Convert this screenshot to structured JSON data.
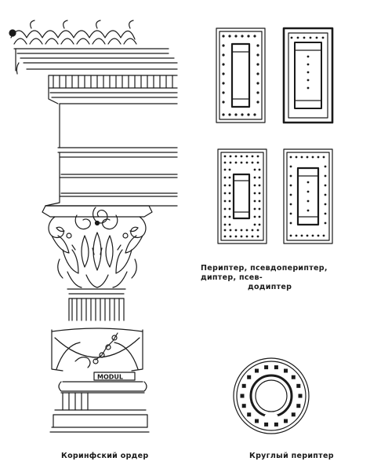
{
  "captions": {
    "corinthian_order": "Коринфский ордер",
    "round_peripteros": "Круглый периптер",
    "plans_line1": "Периптер, псевдопериптер, диптер, псев-",
    "plans_line2": "додиптер"
  },
  "labels": {
    "modul": "MODUL"
  },
  "colors": {
    "ink": "#1a1a1a",
    "paper": "#ffffff"
  }
}
